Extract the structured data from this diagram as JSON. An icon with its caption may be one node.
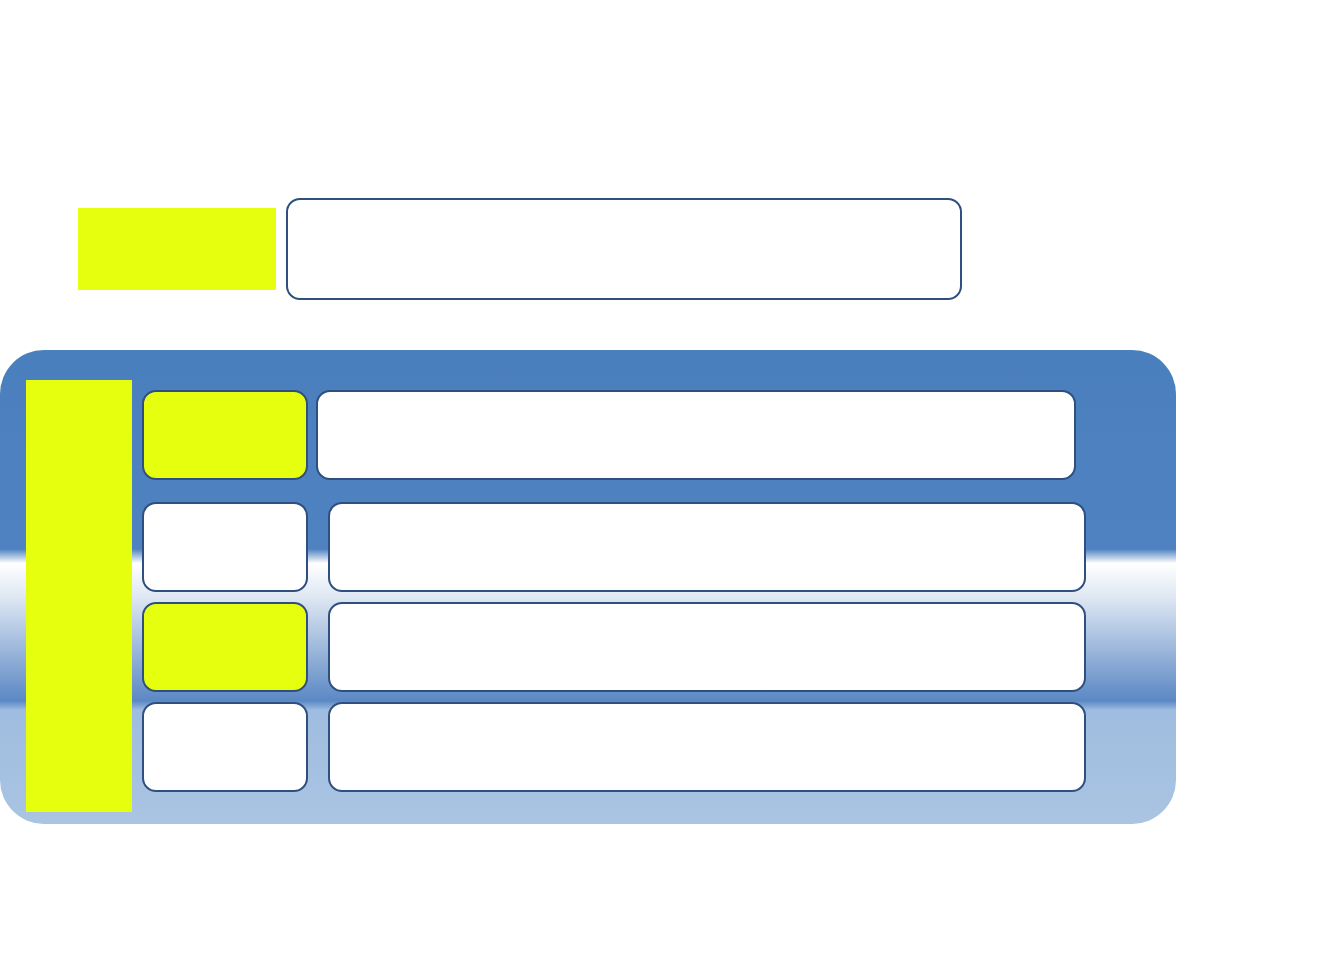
{
  "diagram": {
    "nodes": [
      {
        "text": [],
        "shape": "bar"
      },
      {
        "text": [],
        "shape": "box"
      },
      {
        "text": [],
        "shape": "panel"
      },
      {
        "text": [],
        "shape": "bar",
        "in": 2
      },
      {
        "text": [],
        "shape": "box",
        "in": 2
      },
      {
        "text": [],
        "shape": "box",
        "in": 2
      },
      {
        "text": [],
        "shape": "box",
        "in": 2
      },
      {
        "text": [],
        "shape": "box",
        "in": 2
      },
      {
        "text": [],
        "shape": "box",
        "in": 2
      },
      {
        "text": [],
        "shape": "box",
        "in": 2
      },
      {
        "text": [],
        "shape": "box",
        "in": 2
      },
      {
        "text": [],
        "shape": "box",
        "in": 2
      }
    ]
  }
}
